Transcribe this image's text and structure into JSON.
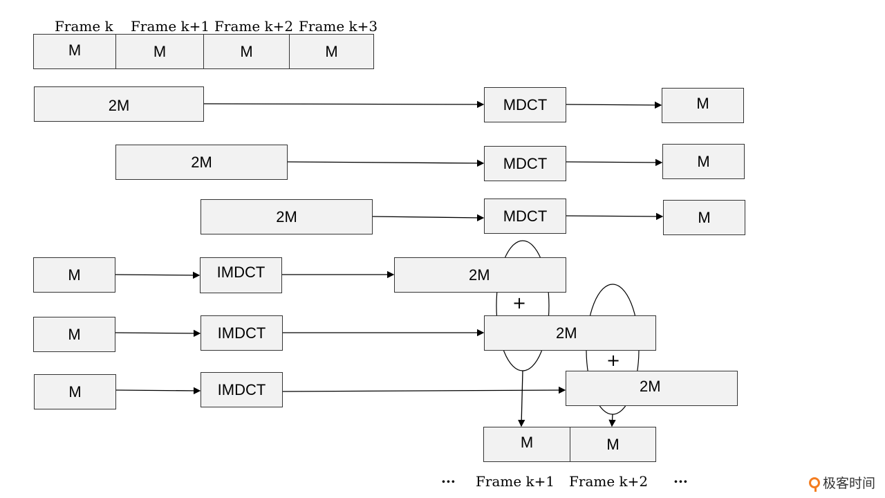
{
  "top_frames": {
    "labels": [
      "Frame k",
      "Frame k+1",
      "Frame k+2",
      "Frame k+3"
    ],
    "cells": [
      "M",
      "M",
      "M",
      "M"
    ]
  },
  "mdct_rows": [
    {
      "input": "2M",
      "op": "MDCT",
      "output": "M"
    },
    {
      "input": "2M",
      "op": "MDCT",
      "output": "M"
    },
    {
      "input": "2M",
      "op": "MDCT",
      "output": "M"
    }
  ],
  "imdct_rows": [
    {
      "input": "M",
      "op": "IMDCT",
      "output": "2M"
    },
    {
      "input": "M",
      "op": "IMDCT",
      "output": "2M"
    },
    {
      "input": "M",
      "op": "IMDCT",
      "output": "2M"
    }
  ],
  "plus_signs": [
    "+",
    "+"
  ],
  "result_cells": [
    "M",
    "M"
  ],
  "bottom_labels": {
    "ellipsis_left": "···",
    "frame_a": "Frame k+1",
    "frame_b": "Frame k+2",
    "ellipsis_right": "···"
  },
  "watermark": {
    "text": "极客时间",
    "color": "#f47d20"
  }
}
